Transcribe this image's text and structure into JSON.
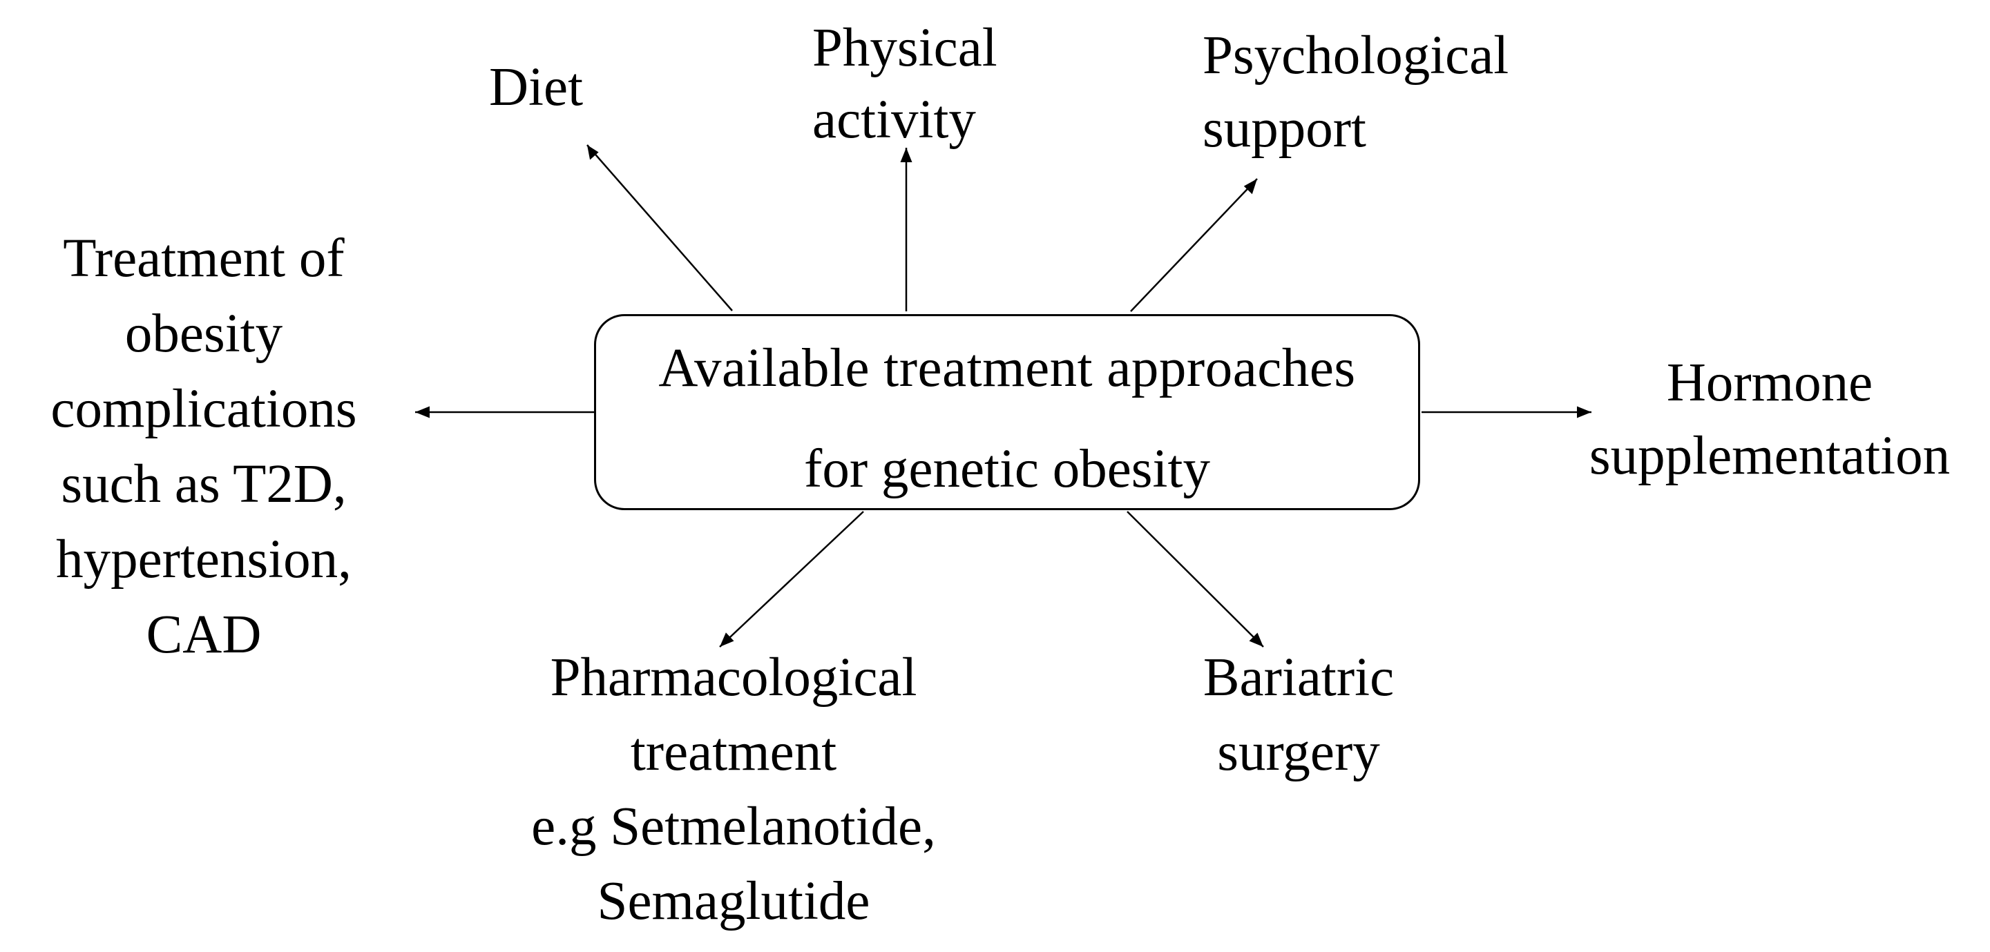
{
  "center": {
    "line1": "Available treatment approaches",
    "line2": "for genetic obesity"
  },
  "approaches": {
    "diet": {
      "lines": [
        "Diet"
      ]
    },
    "physical_activity": {
      "lines": [
        "Physical",
        "activity"
      ]
    },
    "psychological_support": {
      "lines": [
        "Psychological",
        "support"
      ]
    },
    "complications": {
      "lines": [
        "Treatment of",
        "obesity",
        "complications",
        "such as T2D,",
        "hypertension,",
        "CAD"
      ]
    },
    "hormone": {
      "lines": [
        "Hormone",
        "supplementation"
      ]
    },
    "pharmacological": {
      "lines": [
        "Pharmacological",
        "treatment",
        "e.g Setmelanotide,",
        "Semaglutide"
      ]
    },
    "bariatric": {
      "lines": [
        "Bariatric",
        "surgery"
      ]
    }
  },
  "colors": {
    "ink": "#000000",
    "background": "#ffffff"
  }
}
